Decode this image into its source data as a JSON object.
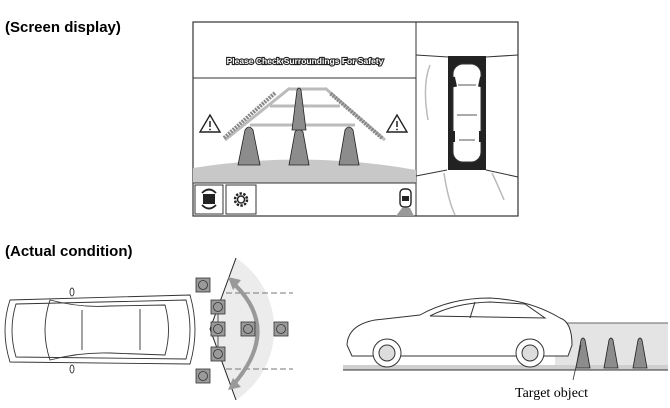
{
  "headings": {
    "screen": "(Screen display)",
    "actual": "(Actual condition)"
  },
  "screen": {
    "message": "Please Check Surroundings For Safety",
    "buttons": [
      {
        "icon": "camera-switch-icon"
      },
      {
        "icon": "gear-icon"
      }
    ],
    "icons": [
      "warning-icon",
      "warning-icon",
      "car-view-indicator-icon"
    ]
  },
  "actual": {
    "label": "Target object"
  },
  "colors": {
    "cone": "#8c8c8c",
    "ground": "#c8c8c8",
    "sector": "#ececec",
    "arrow": "#999999"
  }
}
